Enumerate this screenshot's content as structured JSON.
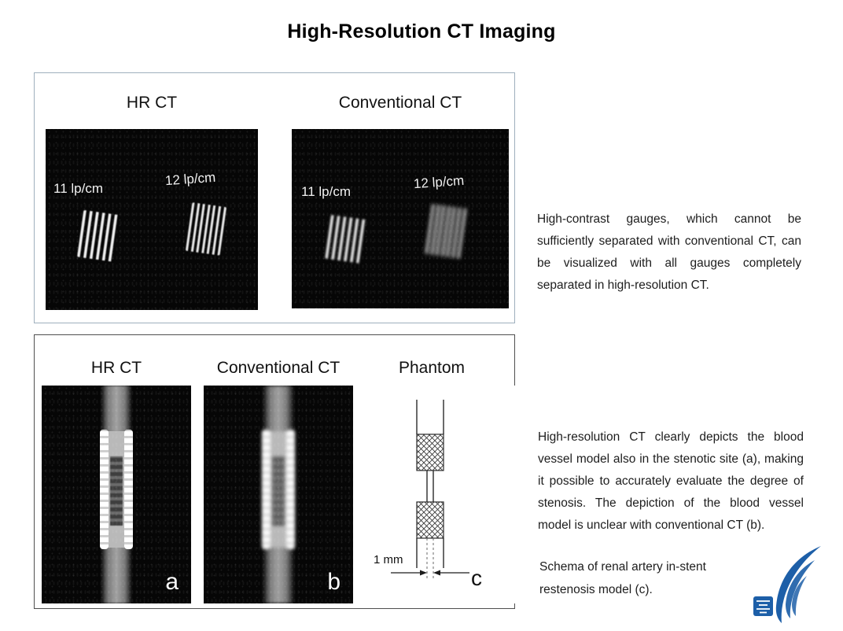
{
  "title": "High-Resolution CT Imaging",
  "panel_top": {
    "col_labels": [
      "HR CT",
      "Conventional CT"
    ],
    "hr_image": {
      "label_left": "11 lp/cm",
      "label_right": "12 lp/cm"
    },
    "conv_image": {
      "label_left": "11 lp/cm",
      "label_right": "12 lp/cm"
    },
    "caption": "High-contrast gauges, which cannot be sufficiently separated with conventional CT, can be visualized with all gauges completely separated in high-resolution CT."
  },
  "panel_bottom": {
    "col_labels": [
      "HR CT",
      "Conventional CT",
      "Phantom"
    ],
    "subfig_letters": [
      "a",
      "b",
      "c"
    ],
    "scale_label": "1 mm",
    "caption_main": "High-resolution CT clearly depicts the blood vessel model also in the stenotic site (a), making it possible to accurately evaluate the degree of stenosis. The depiction of the blood vessel model is unclear with conventional CT (b).",
    "caption_schema": "Schema of renal artery in-stent restenosis model (c)."
  },
  "logo": {
    "name": "medical-wing-logo",
    "color": "#1d5fa8"
  }
}
